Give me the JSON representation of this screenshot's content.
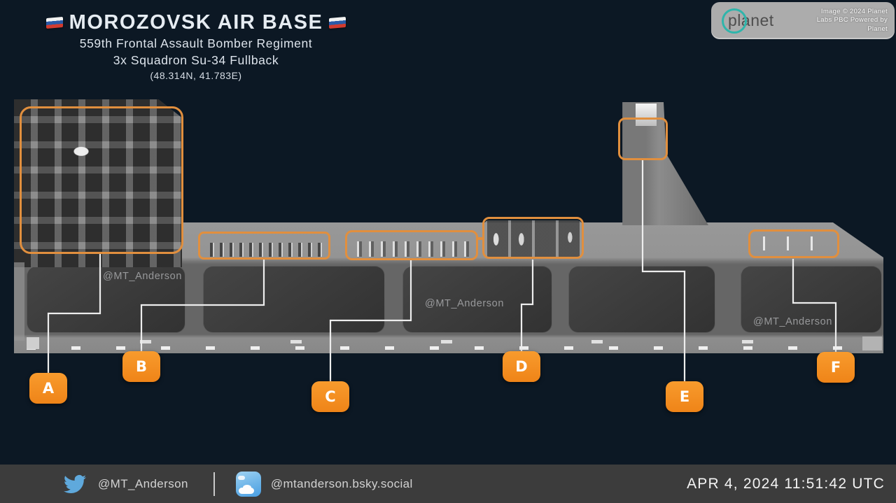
{
  "header": {
    "title": "MOROZOVSK AIR BASE",
    "subtitle1": "559th Frontal Assault Bomber Regiment",
    "subtitle2": "3x Squadron Su-34 Fullback",
    "coordinates": "(48.314N, 41.783E)"
  },
  "attribution": {
    "logo": "planet",
    "lines": [
      "Image © 2024 Planet",
      "Labs PBC Powered by",
      "Planet"
    ]
  },
  "annotations": {
    "labels": [
      "A",
      "B",
      "C",
      "D",
      "E",
      "F"
    ]
  },
  "watermark": {
    "text": "@MT_Anderson"
  },
  "footer": {
    "twitter": "@MT_Anderson",
    "bluesky": "@mtanderson.bsky.social",
    "timestamp": "APR 4, 2024 11:51:42 UTC"
  },
  "colors": {
    "background": "#0c1824",
    "accent_orange": "#f7931e",
    "box_stroke": "#e18f3e",
    "leader_line": "#ededed",
    "footer_bg": "#3c3c3c",
    "planet_teal": "#2fb5ab",
    "twitter_blue": "#5fa9dc"
  }
}
